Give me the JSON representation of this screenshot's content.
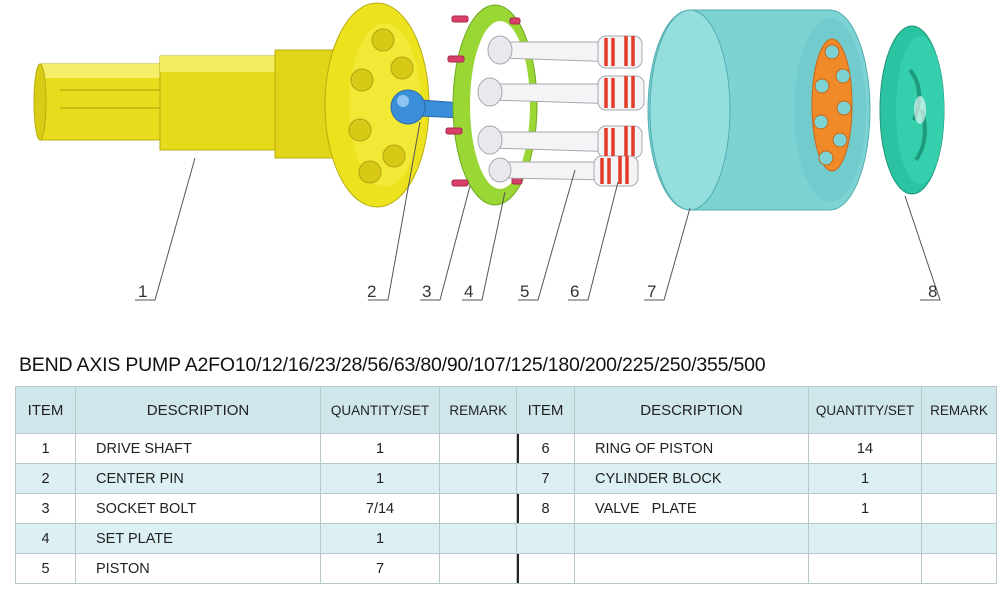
{
  "diagram": {
    "callouts": [
      "1",
      "2",
      "3",
      "4",
      "5",
      "6",
      "7",
      "8"
    ],
    "colors": {
      "shaft": "#e8dc1c",
      "flange": "#ece21e",
      "center_pin": "#3a8fd8",
      "set_plate": "#9ad634",
      "socket_bolt": "#d8406a",
      "piston": "#f4f4f6",
      "piston_ring": "#e23c28",
      "cylinder_block": "#7dd3d4",
      "cylinder_bores": "#f08a28",
      "valve_plate": "#2cc3a3"
    }
  },
  "table": {
    "title": "BEND AXIS PUMP A2FO10/12/16/23/28/56/63/80/90/107/125/180/200/225/250/355/500",
    "headers": {
      "item": "ITEM",
      "description": "DESCRIPTION",
      "quantity": "QUANTITY/SET",
      "remark": "REMARK"
    },
    "left_rows": [
      {
        "item": "1",
        "description": "DRIVE SHAFT",
        "quantity": "1",
        "remark": ""
      },
      {
        "item": "2",
        "description": "CENTER PIN",
        "quantity": "1",
        "remark": ""
      },
      {
        "item": "3",
        "description": "SOCKET BOLT",
        "quantity": "7/14",
        "remark": ""
      },
      {
        "item": "4",
        "description": "SET PLATE",
        "quantity": "1",
        "remark": ""
      },
      {
        "item": "5",
        "description": "PISTON",
        "quantity": "7",
        "remark": ""
      }
    ],
    "right_rows": [
      {
        "item": "6",
        "description": "RING OF PISTON",
        "quantity": "14",
        "remark": ""
      },
      {
        "item": "7",
        "description": "CYLINDER BLOCK",
        "quantity": "1",
        "remark": ""
      },
      {
        "item": "8",
        "description": "VALVE   PLATE",
        "quantity": "1",
        "remark": ""
      },
      {
        "item": "",
        "description": "",
        "quantity": "",
        "remark": ""
      },
      {
        "item": "",
        "description": "",
        "quantity": "",
        "remark": ""
      }
    ]
  }
}
